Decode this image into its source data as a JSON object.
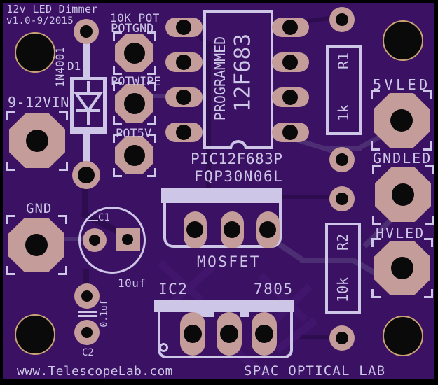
{
  "board": {
    "title_line1": "12v LED Dimmer",
    "title_line2": "v1.0-9/2015",
    "colors": {
      "soldermask": "#3a1163",
      "copper_pad": "#c49c99",
      "silkscreen": "#cdc6e6",
      "drill_hole": "#0a0a0a",
      "hole_ring": "#c9a273",
      "trace_dark": "#2e0c50",
      "trace_light": "#4d2d74"
    }
  },
  "pot": {
    "header": "10K POT",
    "pads": [
      {
        "label": "POTGND"
      },
      {
        "label": "POTWIPE"
      },
      {
        "label": "POT5V"
      }
    ]
  },
  "ic1": {
    "vertical_text": "PROGRAMMED",
    "part_vertical": "12F683",
    "label": "PIC12F683P"
  },
  "mosfet": {
    "part": "FQP30N06L",
    "label": "MOSFET"
  },
  "regulator": {
    "designator": "IC2",
    "part": "7805"
  },
  "resistors": [
    {
      "designator": "R1",
      "value": "1k"
    },
    {
      "designator": "R2",
      "value": "10k"
    }
  ],
  "diode": {
    "designator": "D1",
    "part": "1N4001"
  },
  "capacitors": [
    {
      "designator": "C1",
      "value": "10uf"
    },
    {
      "designator": "C2",
      "value": "0.1uf"
    }
  ],
  "connectors": {
    "power_in": "9-12VIN",
    "ground": "GND",
    "led": [
      "5VLED",
      "GNDLED",
      "HVLED"
    ]
  },
  "footer": {
    "left": "www.TelescopeLab.com",
    "right": "SPAC OPTICAL LAB"
  }
}
